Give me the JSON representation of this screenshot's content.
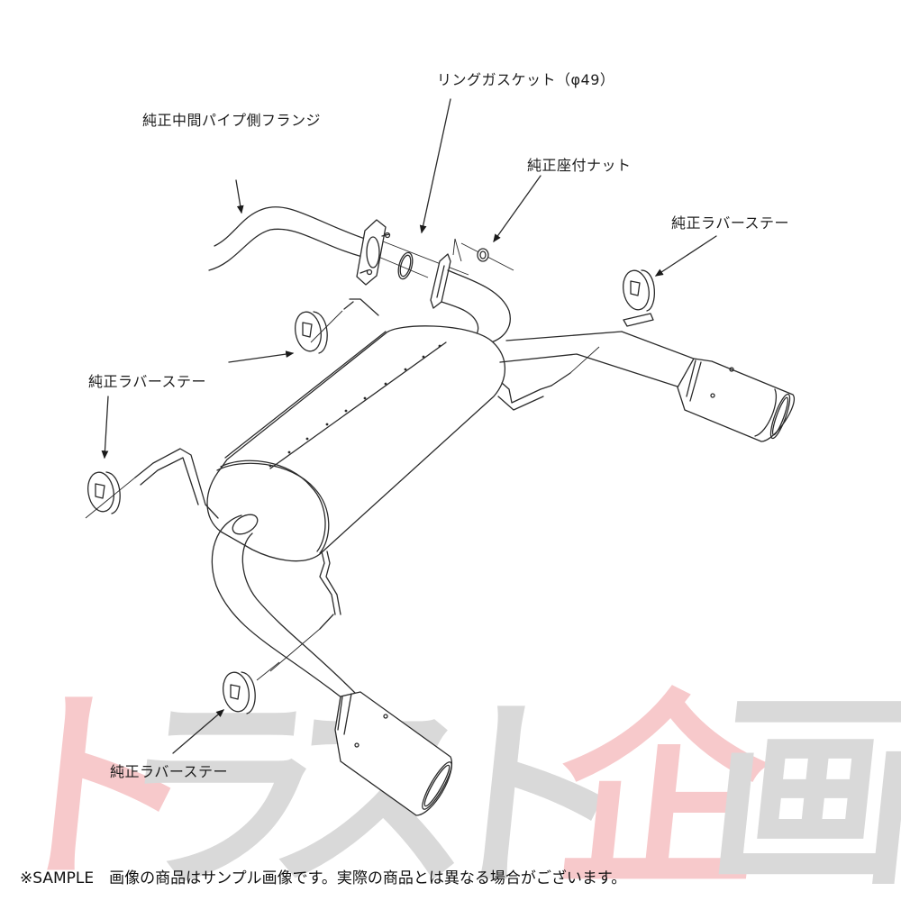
{
  "diagram": {
    "type": "exploded-parts-diagram",
    "subject": "rear exhaust muffler system with dual tips",
    "labels": {
      "ring_gasket": "リングガスケット（φ49）",
      "oem_mid_pipe_flange": "純正中間パイプ側フランジ",
      "oem_seat_nut": "純正座付ナット",
      "oem_rubber_stay_right": "純正ラバーステー",
      "oem_rubber_stay_left": "純正ラバーステー",
      "oem_rubber_stay_upper_mid": "純正ラバーステー",
      "oem_rubber_stay_bottom": "純正ラバーステー"
    },
    "parts": [
      "mid pipe (OEM)",
      "flange",
      "ring gasket φ49",
      "seat nut",
      "main muffler",
      "left tailpipe with tip",
      "right tailpipe with tip",
      "rubber hangers x4",
      "hanger rods"
    ]
  },
  "watermark": {
    "chars": [
      "ト",
      "ラ",
      "ス",
      "ト",
      "企",
      "画"
    ],
    "colors": {
      "red": "#f7c9cb",
      "gray": "#d9d9d9"
    }
  },
  "footer": {
    "notice": "※SAMPLE　画像の商品はサンプル画像です。実際の商品とは異なる場合がございます。"
  },
  "colors": {
    "line": "#2a2a2a",
    "text": "#1a1a1a",
    "background": "#ffffff"
  }
}
